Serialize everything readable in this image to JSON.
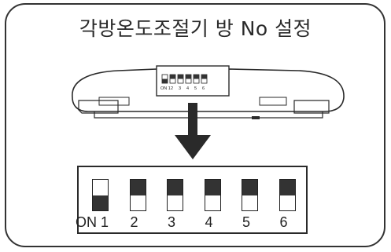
{
  "title": "각방온도조절기 방 No 설정",
  "mini_labels": [
    "ON 1",
    "2",
    "3",
    "4",
    "5",
    "6"
  ],
  "switches": [
    {
      "label": "ON 1",
      "position": "down"
    },
    {
      "label": "2",
      "position": "up"
    },
    {
      "label": "3",
      "position": "up"
    },
    {
      "label": "4",
      "position": "up"
    },
    {
      "label": "5",
      "position": "up"
    },
    {
      "label": "6",
      "position": "up"
    }
  ],
  "colors": {
    "ink": "#2a2a2a",
    "background": "#ffffff"
  }
}
